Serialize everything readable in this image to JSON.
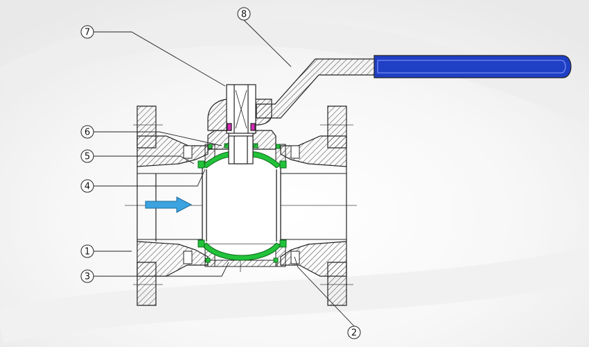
{
  "colors": {
    "outline": "#222222",
    "hatch": "#333333",
    "seal": "#22c23a",
    "packing": "#d42bb5",
    "handle_grip": "#1f3fc4",
    "flow_arrow": "#3aa3e0"
  },
  "icons": {
    "flow": "flow-direction-arrow-icon"
  },
  "callouts": [
    {
      "id": "1",
      "label": "1"
    },
    {
      "id": "2",
      "label": "2"
    },
    {
      "id": "3",
      "label": "3"
    },
    {
      "id": "4",
      "label": "4"
    },
    {
      "id": "5",
      "label": "5"
    },
    {
      "id": "6",
      "label": "6"
    },
    {
      "id": "7",
      "label": "7"
    },
    {
      "id": "8",
      "label": "8"
    }
  ]
}
